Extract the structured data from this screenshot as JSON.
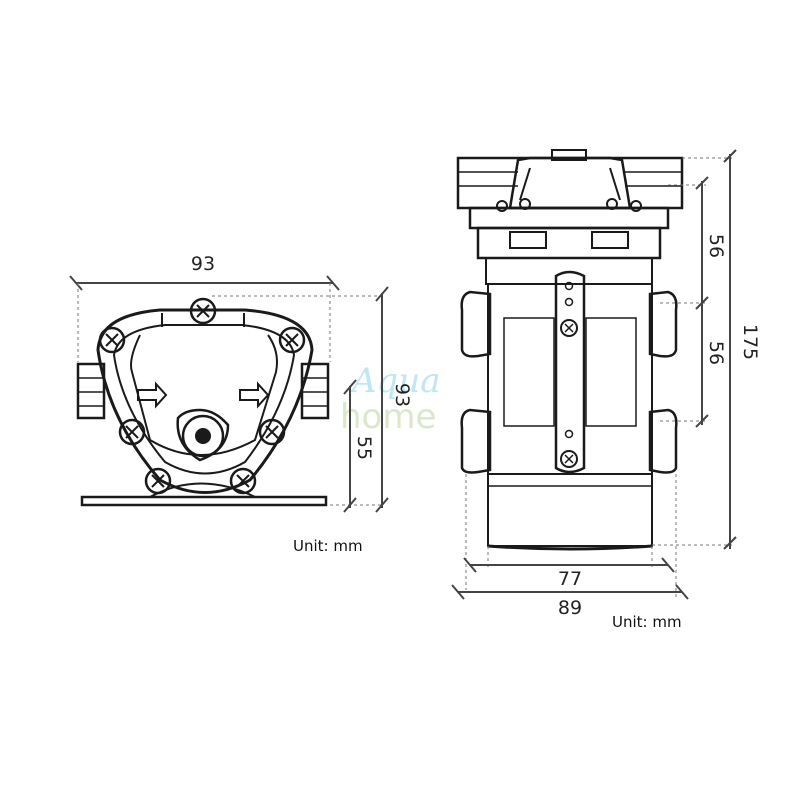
{
  "front_view": {
    "width_label": "93",
    "height_label": "93",
    "center_height_label": "55",
    "unit_label": "Unit: mm"
  },
  "side_view": {
    "height_total_label": "175",
    "upper_segment_label": "56",
    "lower_segment_label": "56",
    "inner_width_label": "77",
    "outer_width_label": "89",
    "unit_label": "Unit: mm"
  },
  "watermark": {
    "line1": "Aqua",
    "line2": "home"
  }
}
